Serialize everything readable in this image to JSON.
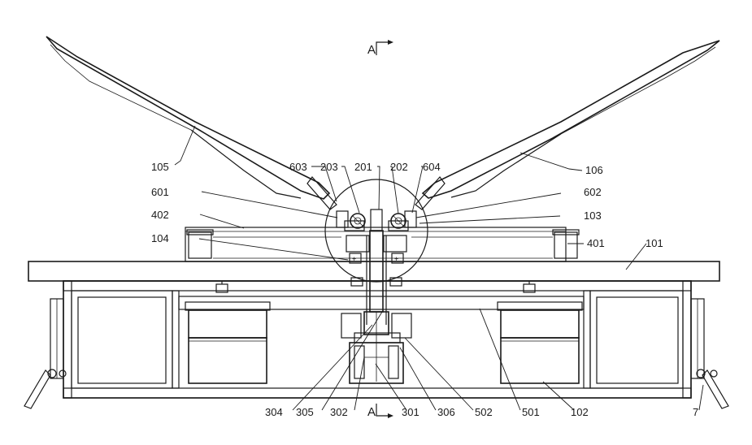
{
  "diagram": {
    "section_labels": {
      "top": "A",
      "bottom": "A"
    },
    "labels": {
      "l105": "105",
      "l603": "603",
      "l203": "203",
      "l201": "201",
      "l202": "202",
      "l604": "604",
      "l106": "106",
      "l601": "601",
      "l602": "602",
      "l402": "402",
      "l103": "103",
      "l104": "104",
      "l401": "401",
      "l101": "101",
      "l304": "304",
      "l305": "305",
      "l302": "302",
      "l301": "301",
      "l306": "306",
      "l502": "502",
      "l501": "501",
      "l102": "102",
      "l7": "7"
    },
    "colors": {
      "ink": "#1a1a1a",
      "paper": "#ffffff"
    }
  }
}
